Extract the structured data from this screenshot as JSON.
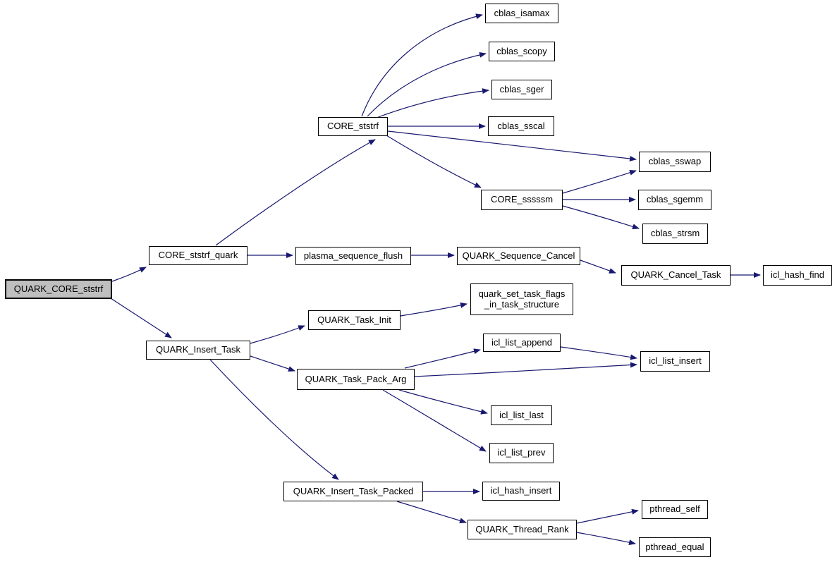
{
  "diagram": {
    "kind": "doxygen-call-graph",
    "root_function": "QUARK_CORE_ststrf"
  },
  "colors": {
    "edge": "#191970",
    "node_border": "#000000",
    "node_fill": "#ffffff",
    "root_node_fill": "#bfbfbf",
    "text": "#000000",
    "background": "#ffffff"
  },
  "nodes": [
    {
      "id": "QUARK_CORE_ststrf",
      "label": "QUARK_CORE_ststrf",
      "root": true
    },
    {
      "id": "CORE_ststrf_quark",
      "label": "CORE_ststrf_quark"
    },
    {
      "id": "QUARK_Insert_Task",
      "label": "QUARK_Insert_Task"
    },
    {
      "id": "CORE_ststrf",
      "label": "CORE_ststrf"
    },
    {
      "id": "cblas_isamax",
      "label": "cblas_isamax"
    },
    {
      "id": "cblas_scopy",
      "label": "cblas_scopy"
    },
    {
      "id": "cblas_sger",
      "label": "cblas_sger"
    },
    {
      "id": "cblas_sscal",
      "label": "cblas_sscal"
    },
    {
      "id": "cblas_sswap",
      "label": "cblas_sswap"
    },
    {
      "id": "CORE_sssssm",
      "label": "CORE_sssssm"
    },
    {
      "id": "cblas_sgemm",
      "label": "cblas_sgemm"
    },
    {
      "id": "cblas_strsm",
      "label": "cblas_strsm"
    },
    {
      "id": "plasma_sequence_flush",
      "label": "plasma_sequence_flush"
    },
    {
      "id": "QUARK_Sequence_Cancel",
      "label": "QUARK_Sequence_Cancel"
    },
    {
      "id": "QUARK_Cancel_Task",
      "label": "QUARK_Cancel_Task"
    },
    {
      "id": "icl_hash_find",
      "label": "icl_hash_find"
    },
    {
      "id": "quark_set_task_flags_in_task_structure",
      "label": "quark_set_task_flags\n_in_task_structure"
    },
    {
      "id": "QUARK_Task_Init",
      "label": "QUARK_Task_Init"
    },
    {
      "id": "QUARK_Task_Pack_Arg",
      "label": "QUARK_Task_Pack_Arg"
    },
    {
      "id": "icl_list_append",
      "label": "icl_list_append"
    },
    {
      "id": "icl_list_insert",
      "label": "icl_list_insert"
    },
    {
      "id": "icl_list_last",
      "label": "icl_list_last"
    },
    {
      "id": "icl_list_prev",
      "label": "icl_list_prev"
    },
    {
      "id": "QUARK_Insert_Task_Packed",
      "label": "QUARK_Insert_Task_Packed"
    },
    {
      "id": "icl_hash_insert",
      "label": "icl_hash_insert"
    },
    {
      "id": "QUARK_Thread_Rank",
      "label": "QUARK_Thread_Rank"
    },
    {
      "id": "pthread_self",
      "label": "pthread_self"
    },
    {
      "id": "pthread_equal",
      "label": "pthread_equal"
    }
  ],
  "edges": [
    {
      "from": "QUARK_CORE_ststrf",
      "to": "CORE_ststrf_quark"
    },
    {
      "from": "QUARK_CORE_ststrf",
      "to": "QUARK_Insert_Task"
    },
    {
      "from": "CORE_ststrf_quark",
      "to": "CORE_ststrf"
    },
    {
      "from": "CORE_ststrf_quark",
      "to": "plasma_sequence_flush"
    },
    {
      "from": "plasma_sequence_flush",
      "to": "QUARK_Sequence_Cancel"
    },
    {
      "from": "QUARK_Sequence_Cancel",
      "to": "QUARK_Cancel_Task"
    },
    {
      "from": "QUARK_Cancel_Task",
      "to": "icl_hash_find"
    },
    {
      "from": "CORE_ststrf",
      "to": "cblas_isamax"
    },
    {
      "from": "CORE_ststrf",
      "to": "cblas_scopy"
    },
    {
      "from": "CORE_ststrf",
      "to": "cblas_sger"
    },
    {
      "from": "CORE_ststrf",
      "to": "cblas_sscal"
    },
    {
      "from": "CORE_ststrf",
      "to": "cblas_sswap"
    },
    {
      "from": "CORE_ststrf",
      "to": "CORE_sssssm"
    },
    {
      "from": "CORE_sssssm",
      "to": "cblas_sswap"
    },
    {
      "from": "CORE_sssssm",
      "to": "cblas_sgemm"
    },
    {
      "from": "CORE_sssssm",
      "to": "cblas_strsm"
    },
    {
      "from": "QUARK_Insert_Task",
      "to": "QUARK_Task_Init"
    },
    {
      "from": "QUARK_Insert_Task",
      "to": "QUARK_Task_Pack_Arg"
    },
    {
      "from": "QUARK_Insert_Task",
      "to": "QUARK_Insert_Task_Packed"
    },
    {
      "from": "QUARK_Task_Init",
      "to": "quark_set_task_flags_in_task_structure"
    },
    {
      "from": "QUARK_Task_Pack_Arg",
      "to": "icl_list_append"
    },
    {
      "from": "QUARK_Task_Pack_Arg",
      "to": "icl_list_insert"
    },
    {
      "from": "icl_list_append",
      "to": "icl_list_insert"
    },
    {
      "from": "QUARK_Task_Pack_Arg",
      "to": "icl_list_last"
    },
    {
      "from": "QUARK_Task_Pack_Arg",
      "to": "icl_list_prev"
    },
    {
      "from": "QUARK_Insert_Task_Packed",
      "to": "icl_hash_insert"
    },
    {
      "from": "QUARK_Insert_Task_Packed",
      "to": "QUARK_Thread_Rank"
    },
    {
      "from": "QUARK_Thread_Rank",
      "to": "pthread_self"
    },
    {
      "from": "QUARK_Thread_Rank",
      "to": "pthread_equal"
    }
  ]
}
